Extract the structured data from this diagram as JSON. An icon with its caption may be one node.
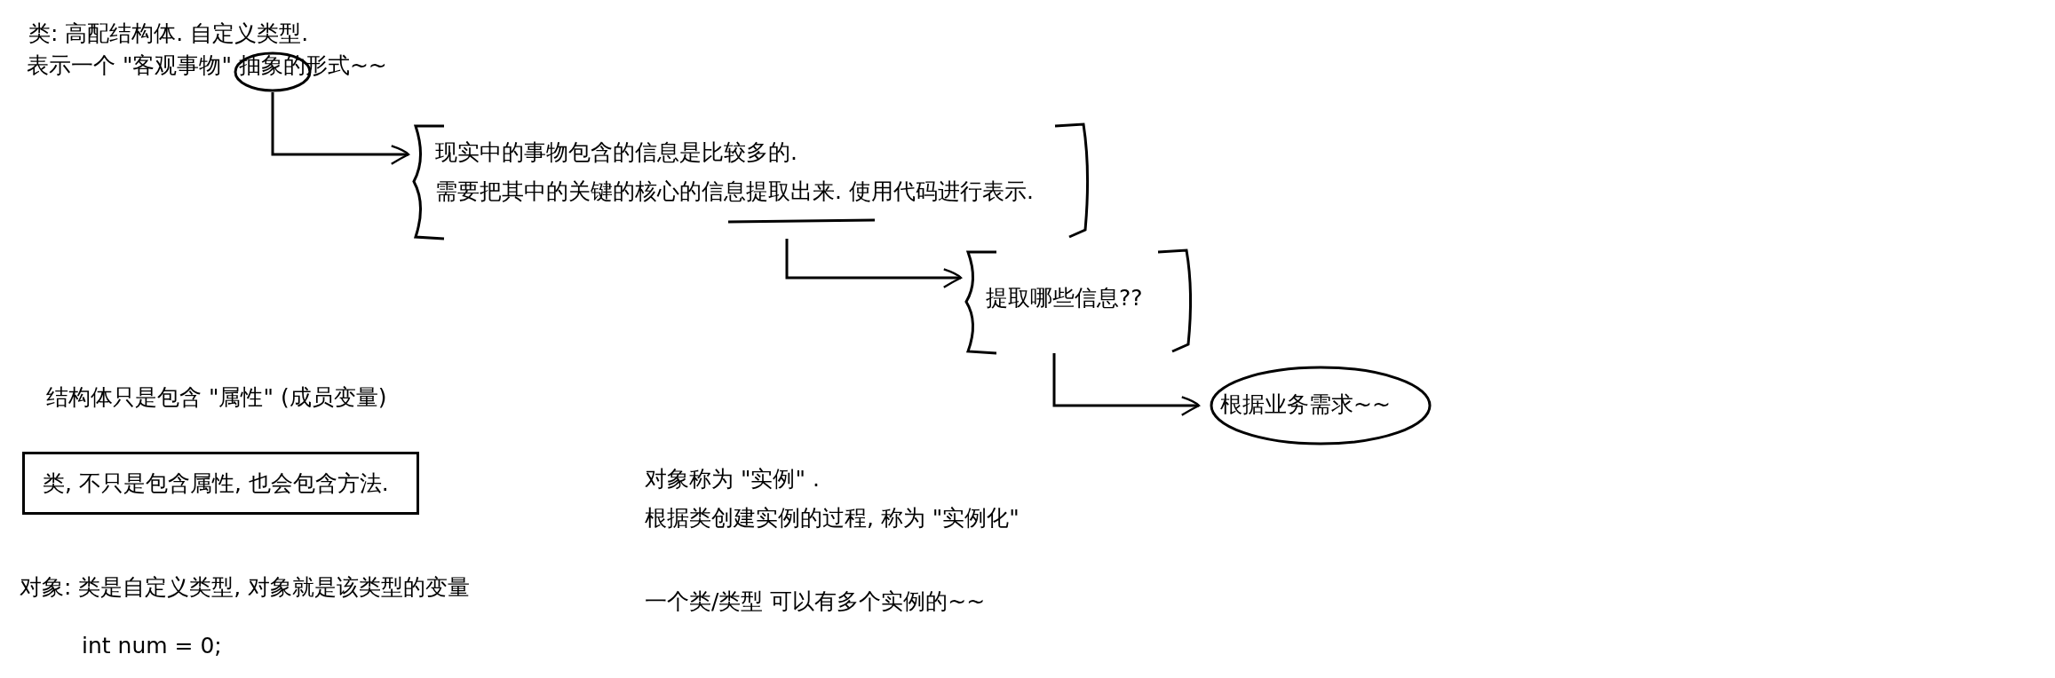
{
  "diagram": {
    "nodes": [
      {
        "text": [],
        "shape": "circle"
      },
      {
        "text": [
          "现实中的事物包含的信息是比较多的.",
          "需要把其中的关键的核心的信息提取出来. 使用代码进行表示."
        ]
      },
      {
        "text": [
          "提取哪些信息??"
        ]
      },
      {
        "text": [
          "根据业务需求~~"
        ]
      },
      {
        "text": [
          "类, 不只是包含属性, 也会包含方法."
        ]
      }
    ],
    "edges": [
      {
        "from": 0,
        "to": 1,
        "arrow": "to"
      },
      {
        "from": 1,
        "to": 2,
        "arrow": "to"
      },
      {
        "from": 2,
        "to": 3,
        "arrow": "to"
      }
    ],
    "labels": [
      "类: 高配结构体. 自定义类型.",
      "表示一个 \"客观事物\" 抽象的形式~~",
      "结构体只是包含 \"属性\" (成员变量)",
      "对象称为 \"实例\" .",
      "根据类创建实例的过程, 称为 \"实例化\"",
      "对象: 类是自定义类型, 对象就是该类型的变量",
      "一个类/类型 可以有多个实例的~~",
      "int num = 0;"
    ]
  }
}
